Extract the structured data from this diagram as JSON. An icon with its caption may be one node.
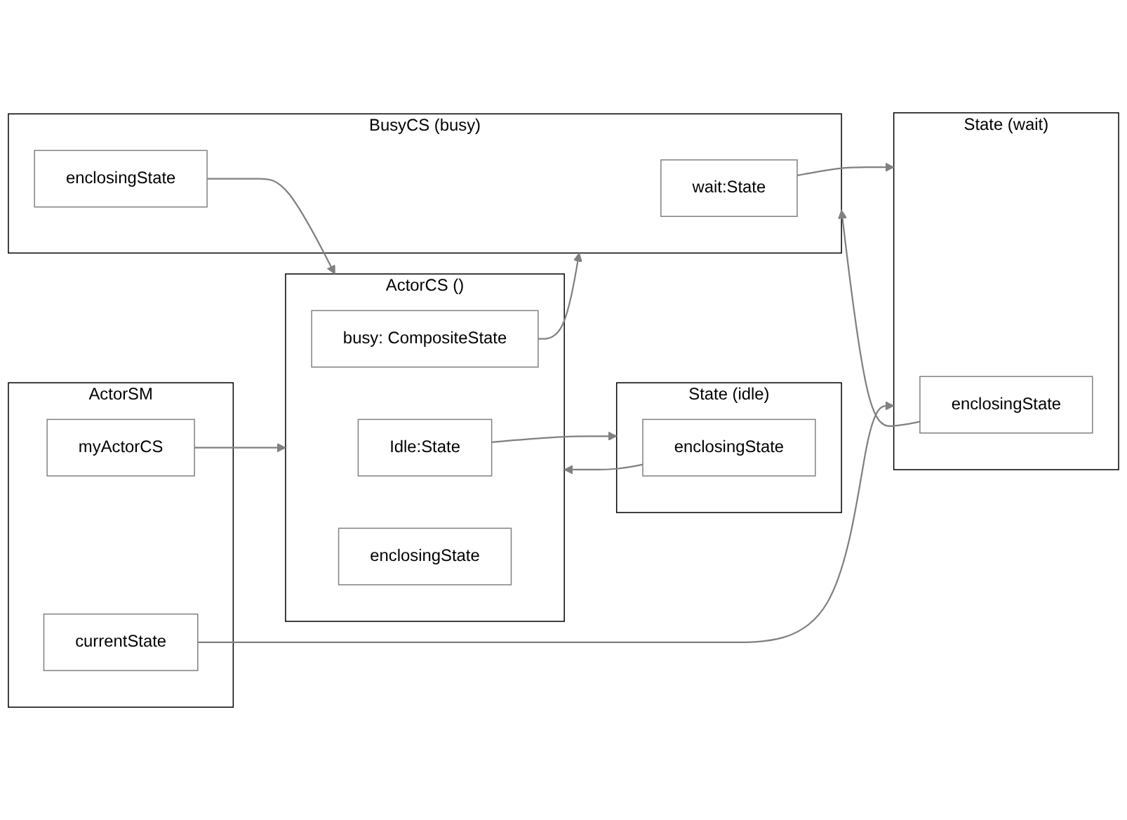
{
  "diagram": {
    "nodes": [
      {
        "text": [
          "ActorCS ()"
        ]
      },
      {
        "text": [
          "Idle:State"
        ],
        "in": 0
      },
      {
        "text": [
          "busy: CompositeState"
        ],
        "in": 0
      },
      {
        "text": [
          "enclosingState"
        ],
        "in": 0
      },
      {
        "text": [
          "State (idle)"
        ]
      },
      {
        "text": [
          "enclosingState"
        ],
        "in": 4
      },
      {
        "text": [
          "BusyCS (busy)"
        ]
      },
      {
        "text": [
          "wait:State"
        ],
        "in": 6
      },
      {
        "text": [
          "enclosingState"
        ],
        "in": 6
      },
      {
        "text": [
          "State (wait)"
        ]
      },
      {
        "text": [
          "enclosingState"
        ],
        "in": 9
      },
      {
        "text": [
          "ActorSM"
        ]
      },
      {
        "text": [
          "myActorCS"
        ],
        "in": 11
      },
      {
        "text": [
          "currentState"
        ],
        "in": 11
      }
    ],
    "edges": [
      {
        "from": 1,
        "to": 4,
        "arrow": "to"
      },
      {
        "from": 5,
        "to": 0,
        "arrow": "to"
      },
      {
        "from": 2,
        "to": 6,
        "arrow": "to"
      },
      {
        "from": 7,
        "to": 9,
        "arrow": "to"
      },
      {
        "from": 8,
        "to": 0,
        "arrow": "to"
      },
      {
        "from": 10,
        "to": 6,
        "arrow": "to"
      },
      {
        "from": 12,
        "to": 0,
        "arrow": "to"
      },
      {
        "from": 13,
        "to": 9,
        "arrow": "to"
      }
    ]
  }
}
